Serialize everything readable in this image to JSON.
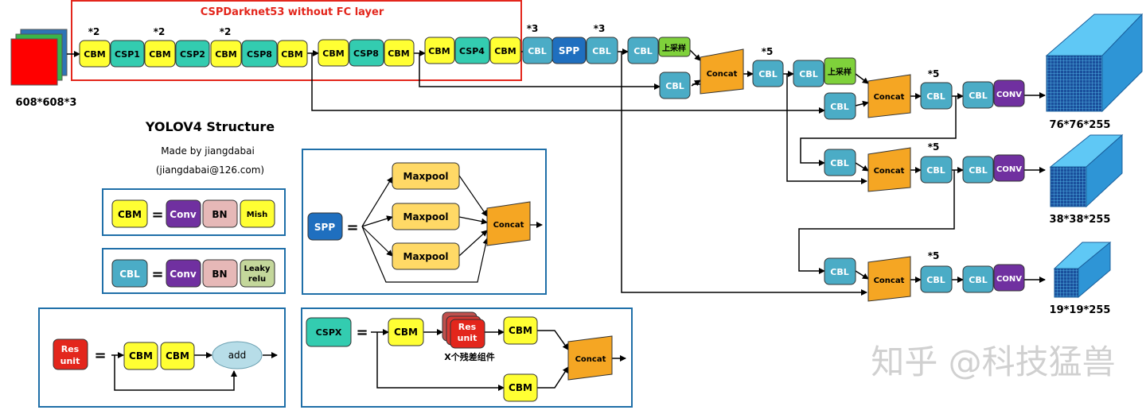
{
  "backbone": {
    "title": "CSPDarknet53 without FC layer",
    "input_size": "608*608*3",
    "multipliers": [
      "*2",
      "*2",
      "*2"
    ],
    "blocks": [
      "CBM",
      "CSP1",
      "CBM",
      "CSP2",
      "CBM",
      "CSP8",
      "CBM",
      "CBM",
      "CSP8",
      "CBM",
      "CBM",
      "CSP4",
      "CBM"
    ]
  },
  "neck": {
    "cbl": "CBL",
    "spp": "SPP",
    "upsample": "上采样",
    "concat": "Concat",
    "conv": "CONV",
    "mult3": "*3",
    "mult5": "*5"
  },
  "outputs": [
    "76*76*255",
    "38*38*255",
    "19*19*255"
  ],
  "legend": {
    "title": "YOLOV4 Structure",
    "author": "Made by jiangdabai",
    "email": "(jiangdabai@126.com)",
    "eq": "=",
    "cbm": {
      "name": "CBM",
      "parts": [
        "Conv",
        "BN",
        "Mish"
      ]
    },
    "cbl": {
      "name": "CBL",
      "parts": [
        "Conv",
        "BN",
        "Leaky",
        "relu"
      ]
    },
    "res": {
      "line1": "Res",
      "line2": "unit",
      "add": "add",
      "parts": [
        "CBM",
        "CBM"
      ]
    },
    "spp": {
      "name": "SPP",
      "maxpool": "Maxpool",
      "concat": "Concat"
    },
    "cspx": {
      "name": "CSPX",
      "cbm": "CBM",
      "res1": "Res",
      "res2": "unit",
      "caption": "X个残差组件",
      "concat": "Concat"
    }
  },
  "watermark": "知乎 @科技猛兽",
  "colors": {
    "cbm": "#ffff33",
    "csp": "#33ccb0",
    "cbl": "#4bacc6",
    "spp": "#1f6fbf",
    "concat": "#f5a623",
    "conv": "#7030a0",
    "bn": "#e6b8b7",
    "leaky": "#c4d79b",
    "upsample": "#7fd13b",
    "res": "#e3261c",
    "add": "#b7dde8",
    "maxpool": "#ffd966",
    "frame": "#1f6fa8",
    "red_frame": "#e3261c",
    "cube": "#2ea6e6"
  }
}
